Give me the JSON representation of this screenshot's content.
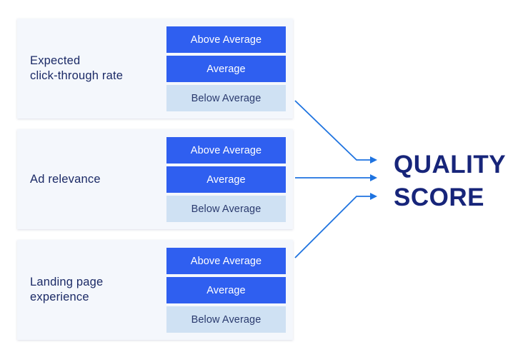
{
  "factors": [
    {
      "label": "Expected\nclick-through rate",
      "ratings": [
        "Above Average",
        "Average",
        "Below Average"
      ]
    },
    {
      "label": "Ad relevance",
      "ratings": [
        "Above Average",
        "Average",
        "Below Average"
      ]
    },
    {
      "label": "Landing page\nexperience",
      "ratings": [
        "Above Average",
        "Average",
        "Below Average"
      ]
    }
  ],
  "result": {
    "line1": "QUALITY",
    "line2": "SCORE"
  },
  "colors": {
    "highlight": "#2f5ff0",
    "muted": "#cfe1f3",
    "text_dark": "#17257a",
    "arrow": "#1e73e0",
    "panel_bg": "#f4f7fc"
  }
}
